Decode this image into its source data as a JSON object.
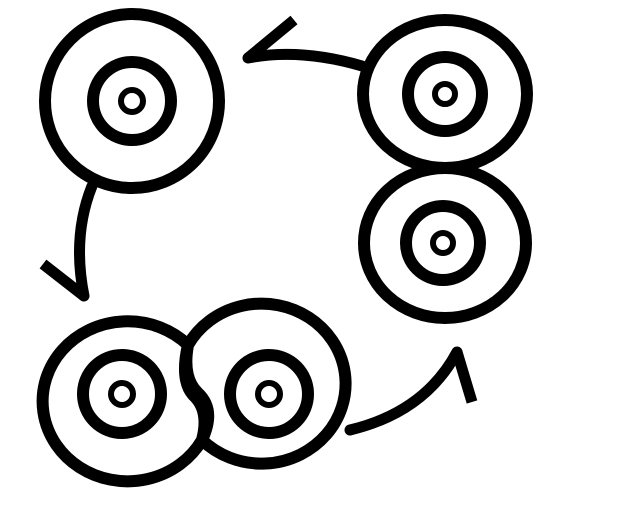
{
  "diagram": {
    "kind": "cell-division-cycle",
    "stroke_color": "#000000",
    "fill_color": "#ffffff",
    "stages": [
      {
        "name": "single-cell",
        "cells": 1,
        "icon": "cell-icon"
      },
      {
        "name": "dividing-cell",
        "cells": 2,
        "icon": "pinched-cells-icon"
      },
      {
        "name": "daughter-cells",
        "cells": 2,
        "icon": "two-cells-icon"
      }
    ],
    "arrows": [
      {
        "from": "single-cell",
        "to": "dividing-cell",
        "icon": "arrow-icon"
      },
      {
        "from": "dividing-cell",
        "to": "daughter-cells",
        "icon": "arrow-icon"
      },
      {
        "from": "daughter-cells",
        "to": "single-cell",
        "icon": "arrow-icon"
      }
    ]
  }
}
